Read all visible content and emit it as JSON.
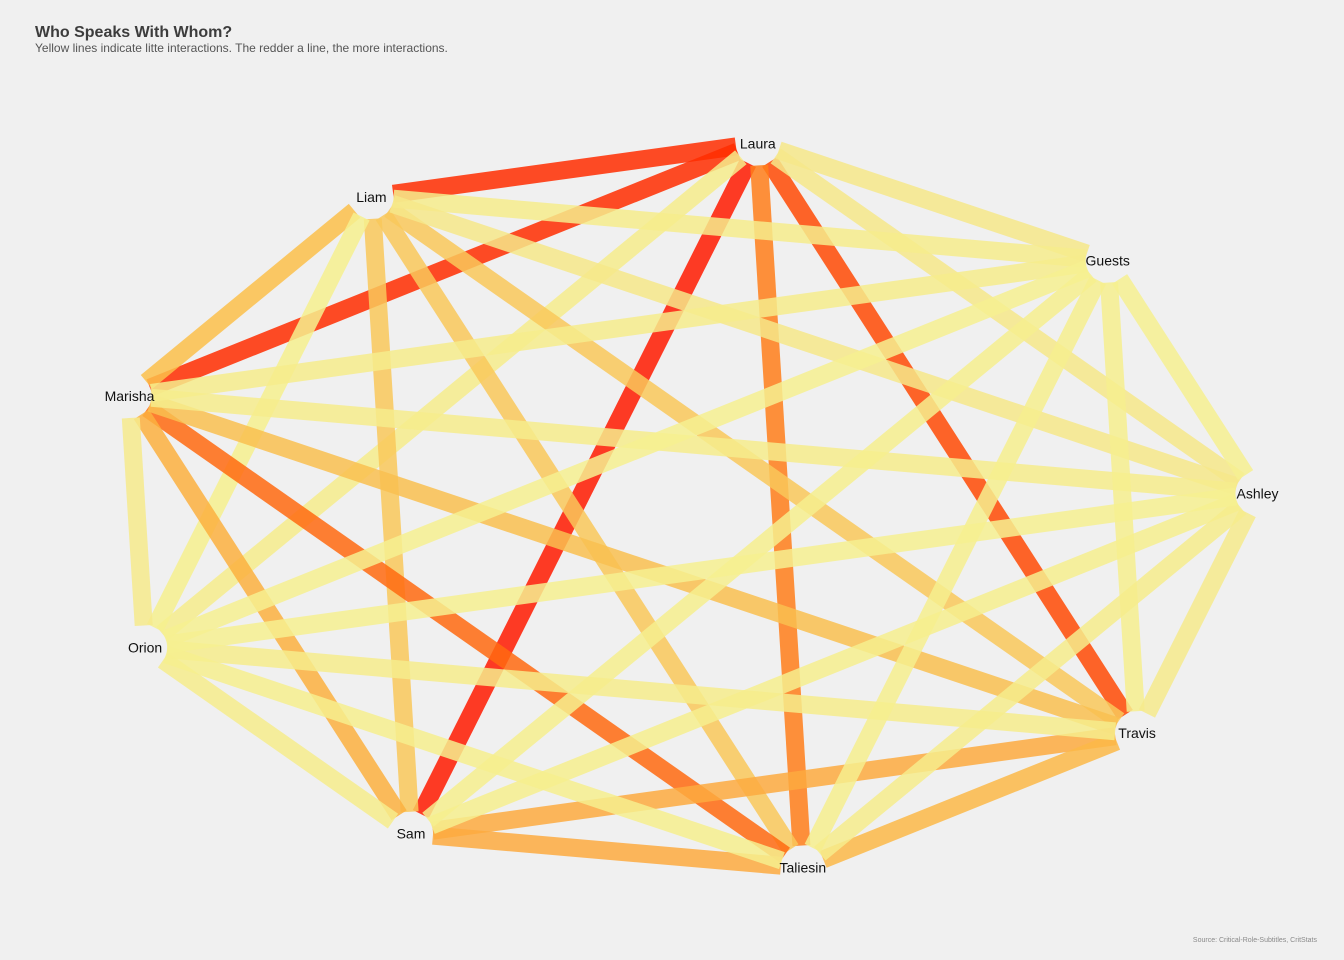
{
  "title": "Who Speaks With Whom?",
  "subtitle": "Yellow lines indicate litte interactions. The redder a line, the more interactions.",
  "caption": "Source: Critical-Role-Subtitles, CritStats",
  "colors": {
    "background": "#f0f0f0",
    "low": "#f5ef8e",
    "high": "#ff1a00"
  },
  "nodes": [
    "Laura",
    "Guests",
    "Ashley",
    "Travis",
    "Taliesin",
    "Sam",
    "Orion",
    "Marisha",
    "Liam"
  ],
  "edges": [
    {
      "source": "Laura",
      "target": "Liam",
      "color": "#ff2d00"
    },
    {
      "source": "Laura",
      "target": "Marisha",
      "color": "#ff2d00"
    },
    {
      "source": "Laura",
      "target": "Sam",
      "color": "#ff1a00"
    },
    {
      "source": "Laura",
      "target": "Travis",
      "color": "#ff4a05"
    },
    {
      "source": "Laura",
      "target": "Taliesin",
      "color": "#ff7e1a"
    },
    {
      "source": "Laura",
      "target": "Guests",
      "color": "#f6e88a"
    },
    {
      "source": "Laura",
      "target": "Ashley",
      "color": "#f6e88a"
    },
    {
      "source": "Laura",
      "target": "Orion",
      "color": "#f6ec8c"
    },
    {
      "source": "Liam",
      "target": "Marisha",
      "color": "#fbbf4a"
    },
    {
      "source": "Liam",
      "target": "Sam",
      "color": "#f9c85a"
    },
    {
      "source": "Liam",
      "target": "Taliesin",
      "color": "#f9c85a"
    },
    {
      "source": "Liam",
      "target": "Travis",
      "color": "#f9c85a"
    },
    {
      "source": "Liam",
      "target": "Guests",
      "color": "#f6ec8c"
    },
    {
      "source": "Liam",
      "target": "Ashley",
      "color": "#f6e88a"
    },
    {
      "source": "Liam",
      "target": "Orion",
      "color": "#f6f08e"
    },
    {
      "source": "Marisha",
      "target": "Taliesin",
      "color": "#ff6a10"
    },
    {
      "source": "Marisha",
      "target": "Sam",
      "color": "#fbb040"
    },
    {
      "source": "Marisha",
      "target": "Travis",
      "color": "#f9c050"
    },
    {
      "source": "Marisha",
      "target": "Orion",
      "color": "#f6ea8c"
    },
    {
      "source": "Marisha",
      "target": "Guests",
      "color": "#f6ec8c"
    },
    {
      "source": "Marisha",
      "target": "Ashley",
      "color": "#f6ec8c"
    },
    {
      "source": "Sam",
      "target": "Travis",
      "color": "#fdaa40"
    },
    {
      "source": "Sam",
      "target": "Taliesin",
      "color": "#fdaa40"
    },
    {
      "source": "Sam",
      "target": "Guests",
      "color": "#f6ee8e"
    },
    {
      "source": "Sam",
      "target": "Ashley",
      "color": "#f6ee8e"
    },
    {
      "source": "Sam",
      "target": "Orion",
      "color": "#f6ec8c"
    },
    {
      "source": "Travis",
      "target": "Taliesin",
      "color": "#fbb848"
    },
    {
      "source": "Travis",
      "target": "Guests",
      "color": "#f6ee8e"
    },
    {
      "source": "Travis",
      "target": "Ashley",
      "color": "#f6ea8c"
    },
    {
      "source": "Travis",
      "target": "Orion",
      "color": "#f6ec8c"
    },
    {
      "source": "Taliesin",
      "target": "Guests",
      "color": "#f6ee8e"
    },
    {
      "source": "Taliesin",
      "target": "Ashley",
      "color": "#f6ec8c"
    },
    {
      "source": "Taliesin",
      "target": "Orion",
      "color": "#f6ee8e"
    },
    {
      "source": "Guests",
      "target": "Ashley",
      "color": "#f6f090"
    },
    {
      "source": "Guests",
      "target": "Orion",
      "color": "#f6f090"
    },
    {
      "source": "Ashley",
      "target": "Orion",
      "color": "#f6f090"
    }
  ]
}
